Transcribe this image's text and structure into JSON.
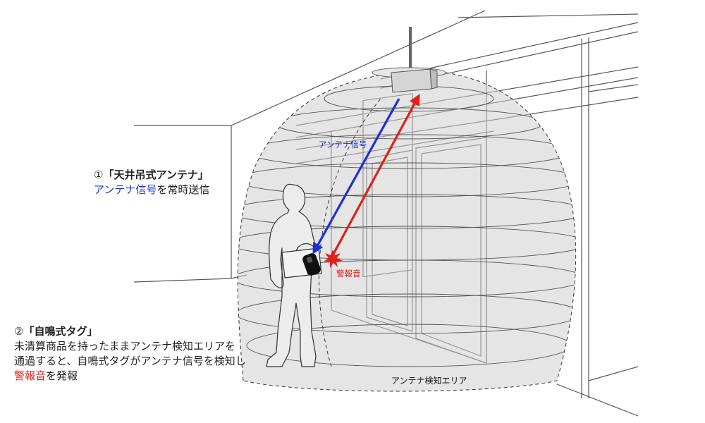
{
  "colors": {
    "antenna_signal": "#1c2fd6",
    "alarm": "#e0201c",
    "zone_fill": "#d6d6d6",
    "line": "#444444"
  },
  "icons": {
    "antenna": "ceiling-antenna-icon",
    "tag": "self-alarm-tag-icon",
    "alarm_burst": "alarm-burst-icon",
    "person": "person-silhouette"
  },
  "diagram_labels": {
    "antenna_signal": "アンテナ信号",
    "alarm_sound": "警報音",
    "detection_area": "アンテナ検知エリア"
  },
  "caption_antenna": {
    "number": "①",
    "title": "「天井吊式アンテナ」",
    "line2_blue": "アンテナ信号",
    "line2_rest": "を常時送信"
  },
  "caption_tag": {
    "number": "②",
    "title": "「自鳴式タグ」",
    "line2": "未清算商品を持ったままアンテナ検知エリアを",
    "line3": "通過すると、自鳴式タグがアンテナ信号を検知し",
    "line4_red": "警報音",
    "line4_rest": "を発報"
  }
}
